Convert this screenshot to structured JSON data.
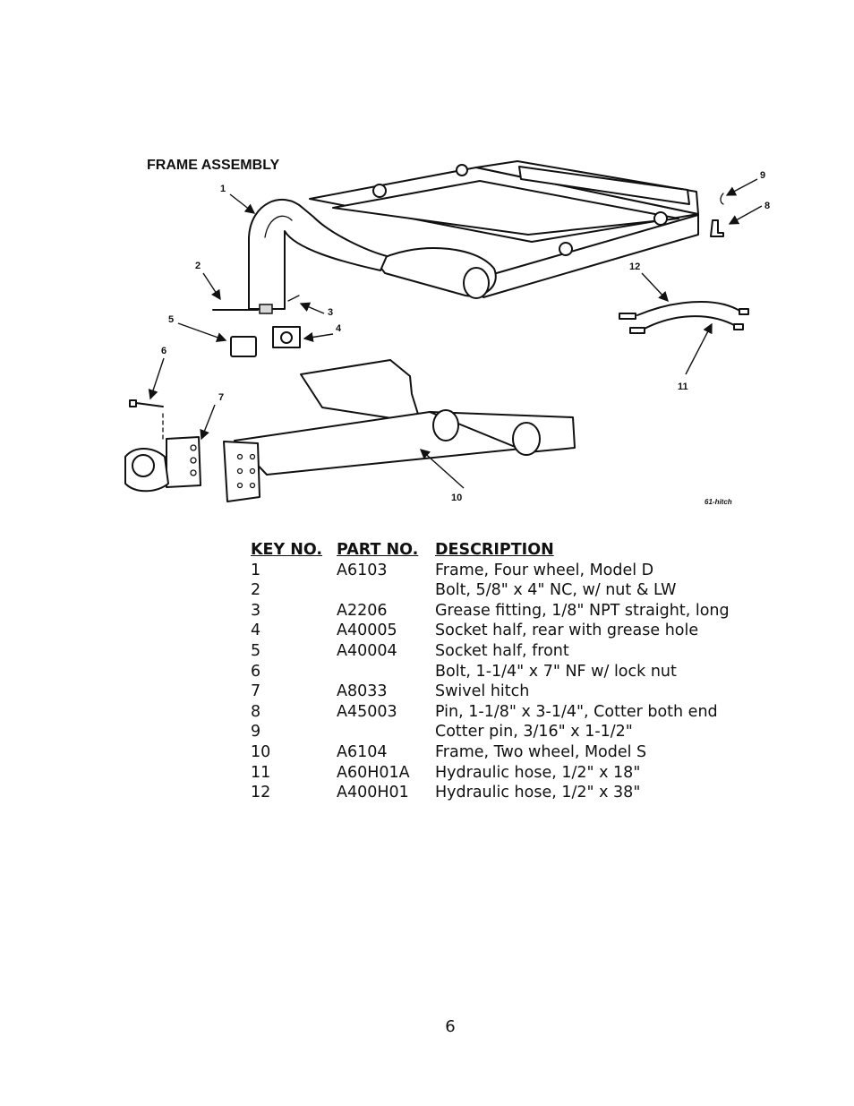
{
  "diagram": {
    "title": "FRAME ASSEMBLY",
    "figure_code": "61-hitch",
    "callouts": [
      "1",
      "2",
      "3",
      "4",
      "5",
      "6",
      "7",
      "8",
      "9",
      "10",
      "11",
      "12"
    ]
  },
  "parts_table": {
    "headers": [
      "KEY NO.",
      "PART NO.",
      "DESCRIPTION"
    ],
    "rows": [
      {
        "key": "1",
        "part": "A6103",
        "desc": "Frame, Four wheel, Model D"
      },
      {
        "key": "2",
        "part": "",
        "desc": "Bolt, 5/8\" x 4\" NC, w/ nut & LW"
      },
      {
        "key": "3",
        "part": "A2206",
        "desc": "Grease fitting, 1/8\" NPT straight, long"
      },
      {
        "key": "4",
        "part": "A40005",
        "desc": "Socket half, rear with grease hole"
      },
      {
        "key": "5",
        "part": "A40004",
        "desc": "Socket half, front"
      },
      {
        "key": "6",
        "part": "",
        "desc": "Bolt, 1-1/4\" x 7\" NF w/ lock nut"
      },
      {
        "key": "7",
        "part": "A8033",
        "desc": "Swivel hitch"
      },
      {
        "key": "8",
        "part": "A45003",
        "desc": "Pin, 1-1/8\" x 3-1/4\", Cotter both end"
      },
      {
        "key": "9",
        "part": "",
        "desc": "Cotter pin, 3/16\" x 1-1/2\""
      },
      {
        "key": "10",
        "part": "A6104",
        "desc": "Frame, Two wheel, Model S"
      },
      {
        "key": "11",
        "part": "A60H01A",
        "desc": "Hydraulic hose, 1/2\" x 18\""
      },
      {
        "key": "12",
        "part": "A400H01",
        "desc": "Hydraulic hose, 1/2\" x 38\""
      }
    ]
  },
  "page_number": "6"
}
